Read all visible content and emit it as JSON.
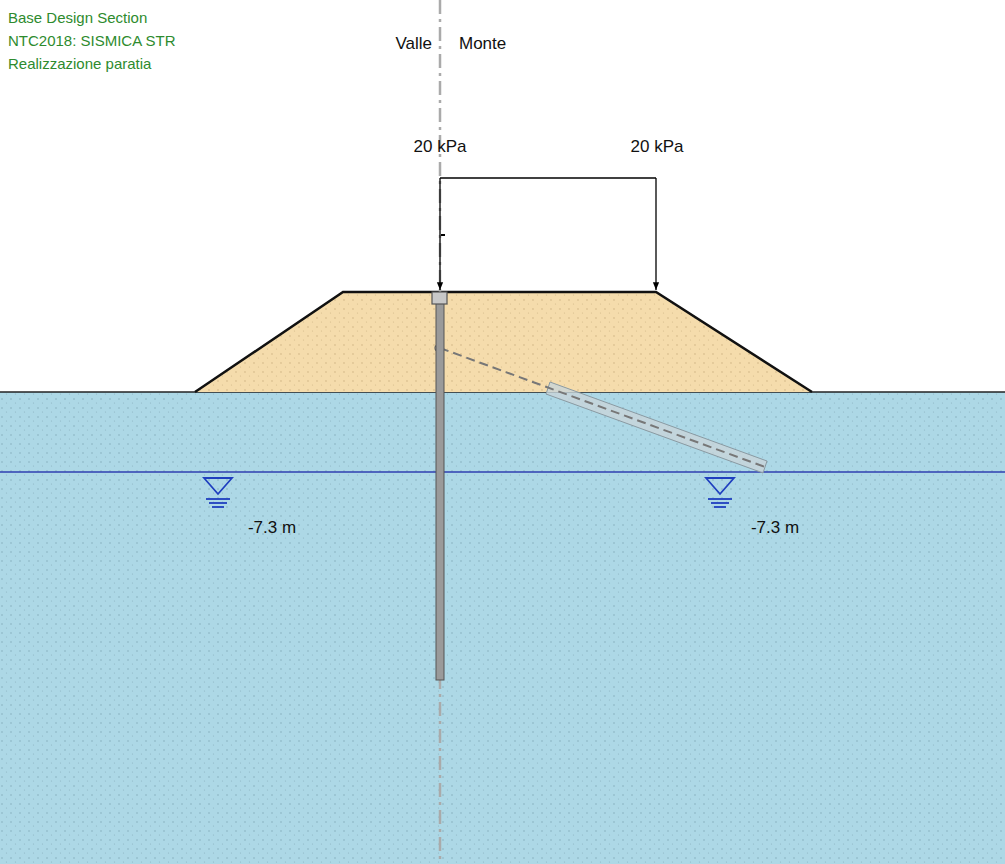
{
  "diagram": {
    "labels": [
      "Base Design Section",
      "NTC2018: SISMICA STR",
      "Realizzazione paratia",
      "Valle",
      "Monte",
      "20 kPa",
      "20 kPa",
      "-7.3 m",
      "-7.3 m"
    ]
  }
}
